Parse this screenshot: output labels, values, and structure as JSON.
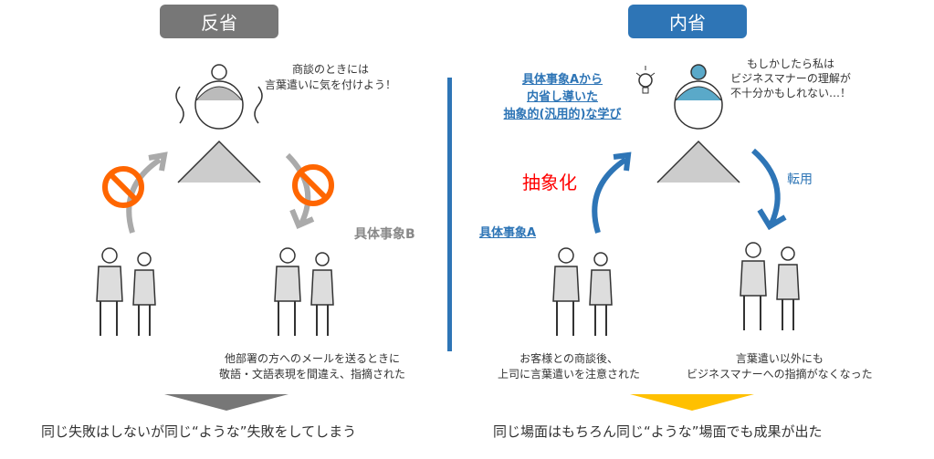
{
  "left": {
    "header": "反省",
    "thought": [
      "商談のときには",
      "言葉遣いに気を付けよう！"
    ],
    "event_label": "具体事象B",
    "caption": [
      "他部署の方へのメールを送るときに",
      "敬語・文語表現を間違え、指摘された"
    ],
    "conclusion": "同じ失敗はしないが同じ“ような”失敗をしてしまう"
  },
  "right": {
    "header": "内省",
    "learning": [
      "具体事象Aから",
      "内省し導いた",
      "抽象的(汎用的)な学び"
    ],
    "thought": [
      "もしかしたら私は",
      "ビジネスマナーの理解が",
      "不十分かもしれない…！"
    ],
    "abstract_label": "抽象化",
    "apply_label": "転用",
    "event_label": "具体事象A",
    "caption_a": [
      "お客様との商談後、",
      "上司に言葉遣いを注意された"
    ],
    "caption_b": [
      "言葉遣い以外にも",
      "ビジネスマナーへの指摘がなくなった"
    ],
    "conclusion": "同じ場面はもちろん同じ“ような”場面でも成果が出た"
  },
  "colors": {
    "gray": "#777777",
    "blue": "#2e75b6",
    "red": "#ff0000",
    "orange": "#ff6600",
    "yellow": "#ffc000"
  }
}
